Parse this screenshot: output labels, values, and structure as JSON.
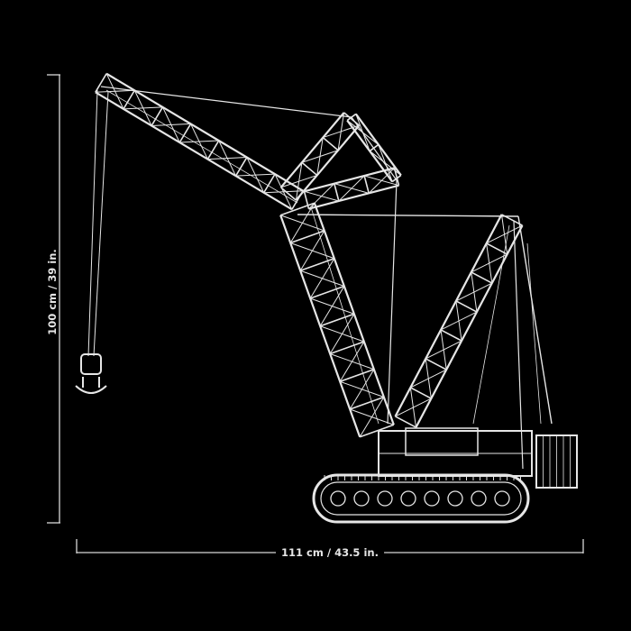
{
  "dimensions": {
    "height_label": "100 cm / 39 in.",
    "width_label": "111 cm / 43.5 in."
  },
  "colors": {
    "background": "#000000",
    "line": "#e6e6e6"
  },
  "subject_icon": "crawler-crane-line-drawing"
}
